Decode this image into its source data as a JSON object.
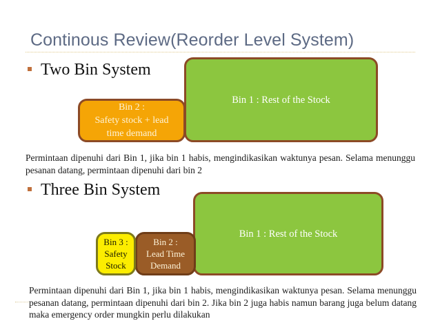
{
  "slide": {
    "title": "Continous Review(Reorder Level System)",
    "accent_title_color": "#5d6a84",
    "bullet_marker_color": "#c0703c",
    "divider_color": "#e0c98a"
  },
  "sections": [
    {
      "bullet": "Two Bin System",
      "bins": [
        {
          "name": "bin-1",
          "label": "Bin 1 : Rest of the Stock",
          "fill": "#8cc63f",
          "border": "#8c4a26",
          "text_color": "#ffffff"
        },
        {
          "name": "bin-2",
          "label": "Bin 2 :\nSafety stock + lead\ntime demand",
          "fill": "#f5a506",
          "border": "#8c4a26",
          "text_color": "#fdf3d8"
        }
      ],
      "paragraph": "Permintaan dipenuhi dari Bin 1, jika bin 1 habis, mengindikasikan waktunya pesan. Selama menunggu pesanan datang, permintaan dipenuhi dari bin 2"
    },
    {
      "bullet": "Three Bin System",
      "bins": [
        {
          "name": "bin-1",
          "label": "Bin 1 : Rest of the Stock",
          "fill": "#8cc63f",
          "border": "#8c4a26",
          "text_color": "#ffffff"
        },
        {
          "name": "bin-2",
          "label": "Bin 2 :\nLead Time\nDemand",
          "fill": "#9a5c27",
          "border": "#6f3d18",
          "text_color": "#fdf3d8"
        },
        {
          "name": "bin-3",
          "label": "Bin 3 :\nSafety\nStock",
          "fill": "#fced00",
          "border": "#7d7a1c",
          "text_color": "#1a1a00"
        }
      ],
      "paragraph": "Permintaan dipenuhi dari Bin 1, jika bin 1 habis, mengindikasikan waktunya pesan. Selama menunggu pesanan datang, permintaan dipenuhi dari bin 2. Jika bin 2 juga habis namun barang juga belum datang maka emergency order mungkin perlu dilakukan"
    }
  ]
}
